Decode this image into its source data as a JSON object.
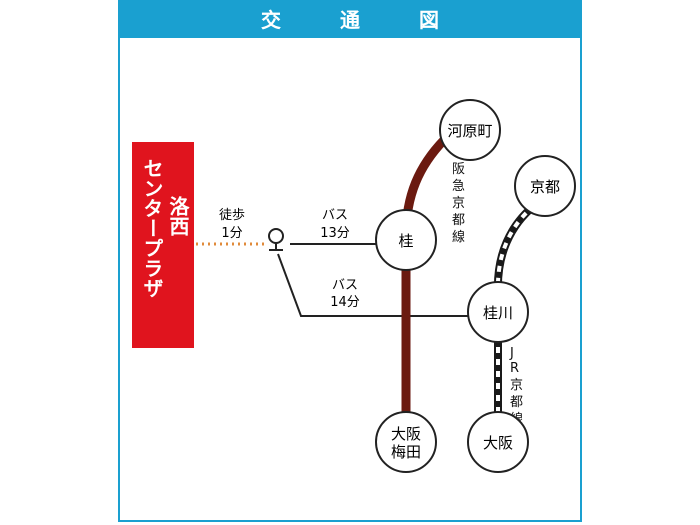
{
  "header": {
    "title": "交 通 図"
  },
  "destination": {
    "line1": "洛西",
    "line2": "センタープラザ",
    "color": "#e0141e"
  },
  "walk": {
    "label1": "徒歩",
    "label2": "1分",
    "color": "#e08a3a"
  },
  "bus_to_katsura": {
    "label1": "バス",
    "label2": "13分"
  },
  "bus_to_katsuragawa": {
    "label1": "バス",
    "label2": "14分"
  },
  "stations": {
    "kawaramachi": "河原町",
    "katsura": "桂",
    "osaka_umeda_1": "大阪",
    "osaka_umeda_2": "梅田",
    "kyoto": "京都",
    "katsuragawa": "桂川",
    "osaka": "大阪"
  },
  "lines": {
    "hankyu": {
      "name": [
        "阪",
        "急",
        "京",
        "都",
        "線"
      ],
      "color": "#6b1a10"
    },
    "jr": {
      "name": [
        "J",
        "R",
        "京",
        "都",
        "線"
      ],
      "color": "#1a1a1a"
    }
  },
  "colors": {
    "border": "#1aa0d0",
    "bus_line": "#222222"
  }
}
